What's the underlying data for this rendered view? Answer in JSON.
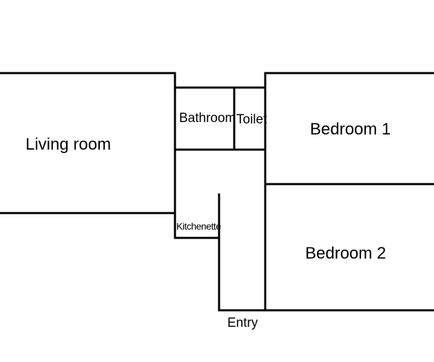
{
  "floor_plan": {
    "rooms": {
      "living_room": "Living room",
      "bathroom": "Bathroom",
      "toilet": "Toilet",
      "bedroom_1": "Bedroom 1",
      "bedroom_2": "Bedroom 2",
      "kitchenette": "Kitchenette",
      "entry": "Entry"
    },
    "colors": {
      "wall": "#000000",
      "background": "#ffffff"
    }
  }
}
